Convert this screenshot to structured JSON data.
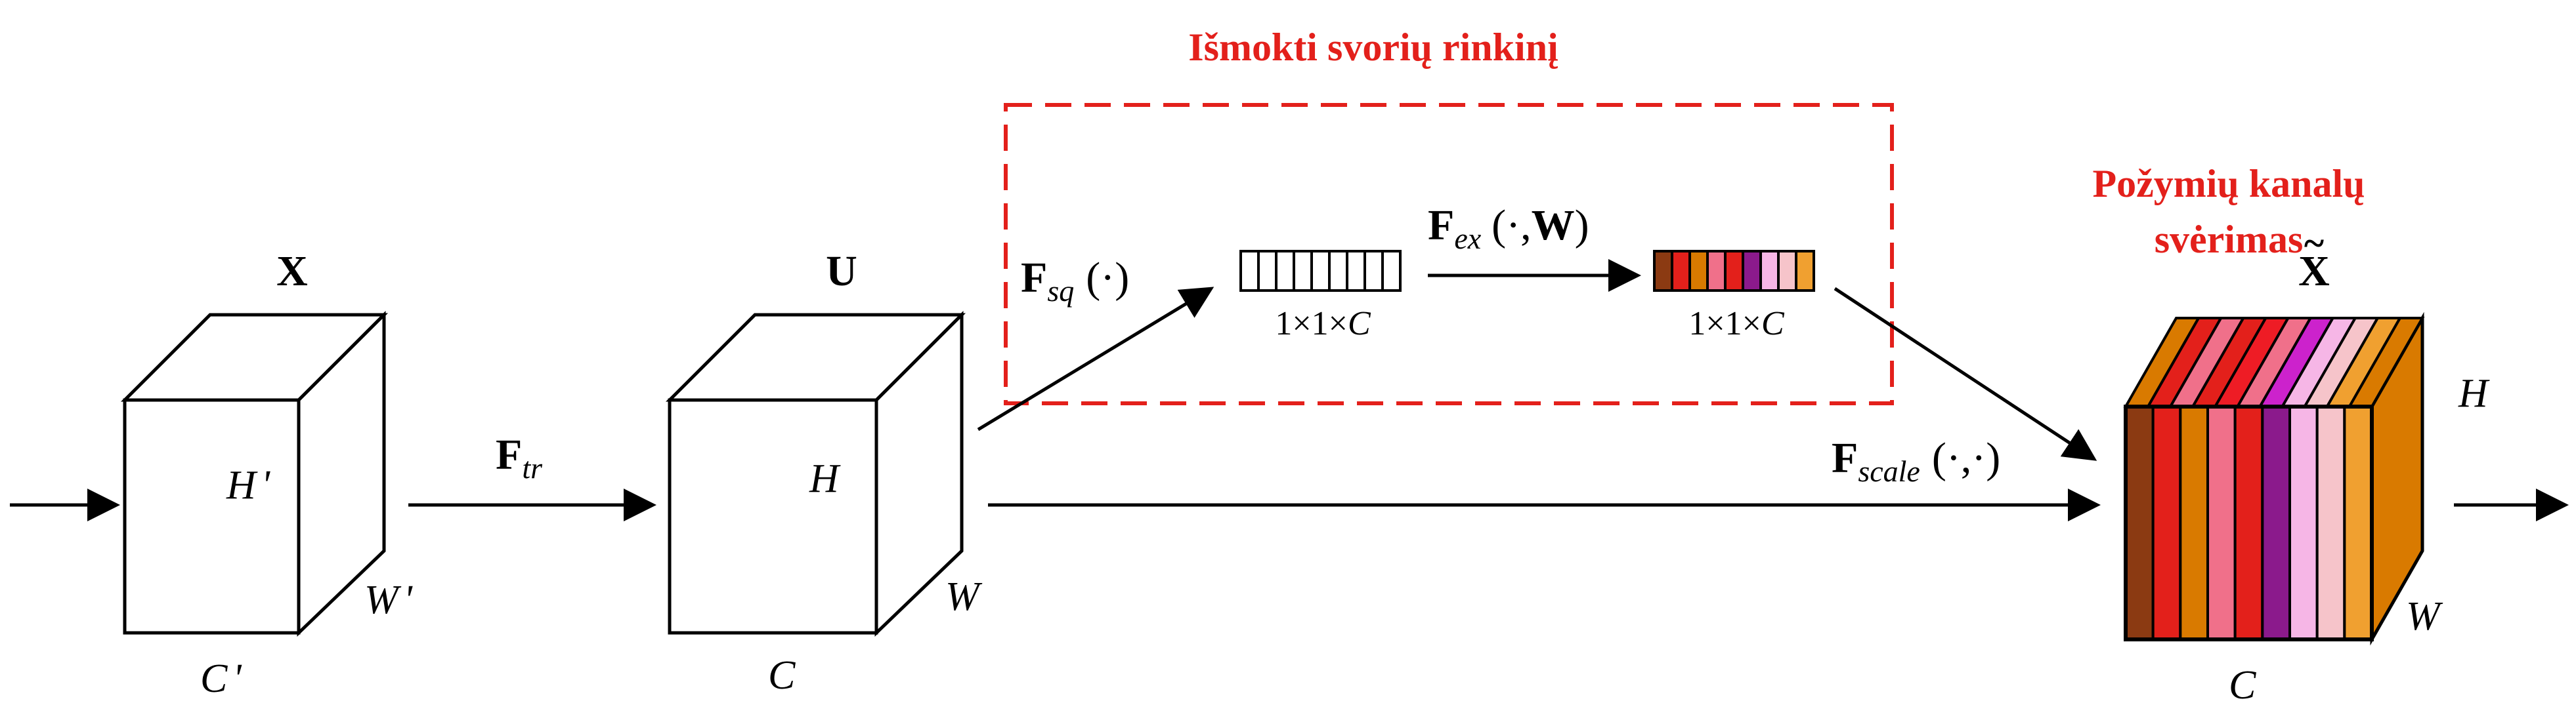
{
  "title": "Išmokti svorių rinkinį",
  "scaling_title_line1": "Požymių kanalų",
  "scaling_title_line2": "svėrimas",
  "input_tensor": {
    "name": "X",
    "height": "H",
    "prime": "'",
    "width": "W",
    "channels": "C"
  },
  "feature_tensor": {
    "name": "U",
    "height": "H",
    "width": "W",
    "channels": "C"
  },
  "output_tensor": {
    "name": "X",
    "tilde": "~",
    "height": "H",
    "width": "W",
    "channels": "C"
  },
  "ops": {
    "transform": {
      "symbol": "F",
      "sub": "tr"
    },
    "squeeze": {
      "symbol": "F",
      "sub": "sq",
      "args": "(·)"
    },
    "excitation": {
      "symbol": "F",
      "sub": "ex",
      "args_open": "(·,",
      "weight": "W",
      "args_close": ")"
    },
    "scale": {
      "symbol": "F",
      "sub": "scale",
      "args": "(·,·)"
    }
  },
  "vectors": {
    "squeezed_label": {
      "a": "1",
      "times1": "×",
      "b": "1",
      "times2": "×",
      "c": "C"
    },
    "excited_label": {
      "a": "1",
      "times1": "×",
      "b": "1",
      "times2": "×",
      "c": "C"
    }
  },
  "colors": {
    "accent_red": "#e3201b",
    "excited_vector_colors": [
      "#8b3a12",
      "#e3201b",
      "#d97a00",
      "#f0708a",
      "#e3201b",
      "#8b1a8c",
      "#f6b6e6",
      "#f6c4ca",
      "#f0a030"
    ],
    "output_slices": [
      "#8b3a12",
      "#e3201b",
      "#d97a00",
      "#f0708a",
      "#e3201b",
      "#8b1a8c",
      "#f6b6e6",
      "#f6c4ca",
      "#f0a030"
    ],
    "output_top_slices": [
      "#d97a00",
      "#e3201b",
      "#f0708a",
      "#e3201b",
      "#ee1c25",
      "#f0708a",
      "#cc22cc",
      "#f6b6e6",
      "#f6c4ca",
      "#f0a030",
      "#d97a00"
    ],
    "output_side": "#d97a00"
  }
}
